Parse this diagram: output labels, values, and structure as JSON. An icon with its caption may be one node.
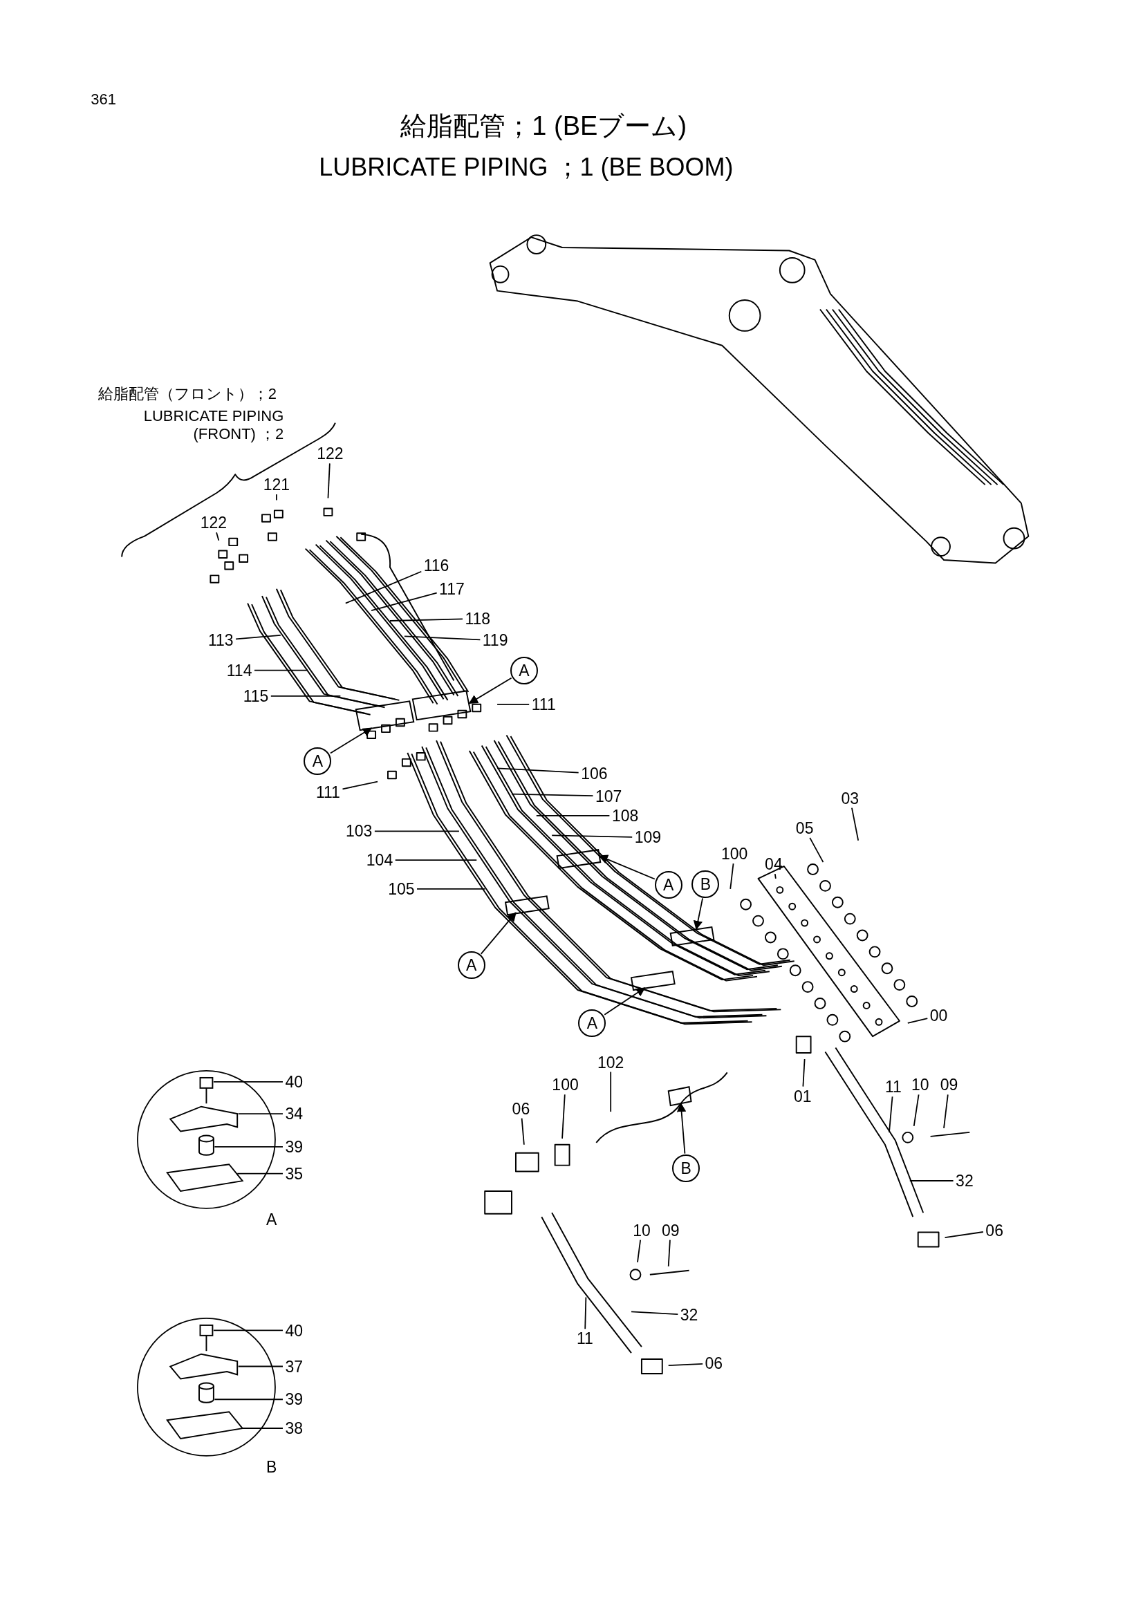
{
  "diagram": {
    "title": "給脂配管；1 (BEブーム)",
    "nodes": [
      {
        "text": [
          "122"
        ]
      },
      {
        "text": [
          "121"
        ]
      },
      {
        "text": [
          "122"
        ]
      },
      {
        "text": [
          "116"
        ]
      },
      {
        "text": [
          "117"
        ]
      },
      {
        "text": [
          "118"
        ]
      },
      {
        "text": [
          "119"
        ]
      },
      {
        "text": [
          "113"
        ]
      },
      {
        "text": [
          "114"
        ]
      },
      {
        "text": [
          "115"
        ]
      },
      {
        "text": [
          "A"
        ]
      },
      {
        "text": [
          "111"
        ]
      },
      {
        "text": [
          "A"
        ]
      },
      {
        "text": [
          "111"
        ]
      },
      {
        "text": [
          "106"
        ]
      },
      {
        "text": [
          "107"
        ]
      },
      {
        "text": [
          "108"
        ]
      },
      {
        "text": [
          "109"
        ]
      },
      {
        "text": [
          "103"
        ]
      },
      {
        "text": [
          "104"
        ]
      },
      {
        "text": [
          "105"
        ]
      },
      {
        "text": [
          "100"
        ]
      },
      {
        "text": [
          "04"
        ]
      },
      {
        "text": [
          "05"
        ]
      },
      {
        "text": [
          "03"
        ]
      },
      {
        "text": [
          "A"
        ]
      },
      {
        "text": [
          "B"
        ]
      },
      {
        "text": [
          "A"
        ]
      },
      {
        "text": [
          "A"
        ]
      },
      {
        "text": [
          "00"
        ]
      },
      {
        "text": [
          "102"
        ]
      },
      {
        "text": [
          "100"
        ]
      },
      {
        "text": [
          "06"
        ]
      },
      {
        "text": [
          "01"
        ]
      },
      {
        "text": [
          "11"
        ]
      },
      {
        "text": [
          "10"
        ]
      },
      {
        "text": [
          "09"
        ]
      },
      {
        "text": [
          "B"
        ]
      },
      {
        "text": [
          "32"
        ]
      },
      {
        "text": [
          "06"
        ]
      },
      {
        "text": [
          "10"
        ]
      },
      {
        "text": [
          "09"
        ]
      },
      {
        "text": [
          "32"
        ]
      },
      {
        "text": [
          "11"
        ]
      },
      {
        "text": [
          "06"
        ]
      },
      {
        "text": [
          "A"
        ]
      },
      {
        "text": [
          "40"
        ]
      },
      {
        "text": [
          "34"
        ]
      },
      {
        "text": [
          "39"
        ]
      },
      {
        "text": [
          "35"
        ]
      },
      {
        "text": [
          "B"
        ]
      },
      {
        "text": [
          "40"
        ]
      },
      {
        "text": [
          "37"
        ]
      },
      {
        "text": [
          "39"
        ]
      },
      {
        "text": [
          "38"
        ]
      },
      {
        "text": [],
        "shape": "picture",
        "in": 45
      },
      {
        "text": [],
        "shape": "picture",
        "in": 45
      },
      {
        "text": [],
        "shape": "cylinder",
        "in": 45
      },
      {
        "text": [],
        "shape": "picture",
        "in": 45
      },
      {
        "text": [],
        "shape": "picture",
        "in": 50
      },
      {
        "text": [],
        "shape": "picture",
        "in": 50
      },
      {
        "text": [],
        "shape": "cylinder",
        "in": 50
      },
      {
        "text": [],
        "shape": "picture",
        "in": 50
      },
      {
        "text": [],
        "shape": "box"
      },
      {
        "text": [],
        "shape": "box"
      },
      {
        "text": [],
        "shape": "box"
      },
      {
        "text": [],
        "shape": "box"
      },
      {
        "text": [],
        "shape": "box"
      },
      {
        "text": [],
        "shape": "box"
      },
      {
        "text": [],
        "shape": "box"
      }
    ],
    "edges": [
      {
        "from": 0,
        "to": null,
        "arrow": "none"
      },
      {
        "from": 1,
        "to": null,
        "arrow": "none"
      },
      {
        "from": 2,
        "to": null,
        "arrow": "none"
      },
      {
        "from": 3,
        "to": null,
        "arrow": "none"
      },
      {
        "from": 4,
        "to": null,
        "arrow": "none"
      },
      {
        "from": 5,
        "to": null,
        "arrow": "none"
      },
      {
        "from": 6,
        "to": null,
        "arrow": "none"
      },
      {
        "from": 7,
        "to": null,
        "arrow": "none"
      },
      {
        "from": 8,
        "to": null,
        "arrow": "none"
      },
      {
        "from": 9,
        "to": null,
        "arrow": "none"
      },
      {
        "from": 10,
        "to": 63,
        "arrow": "to"
      },
      {
        "from": 11,
        "to": null,
        "arrow": "none"
      },
      {
        "from": 12,
        "to": 64,
        "arrow": "to"
      },
      {
        "from": 13,
        "to": null,
        "arrow": "none"
      },
      {
        "from": 14,
        "to": null,
        "arrow": "none"
      },
      {
        "from": 15,
        "to": null,
        "arrow": "none"
      },
      {
        "from": 16,
        "to": null,
        "arrow": "none"
      },
      {
        "from": 17,
        "to": null,
        "arrow": "none"
      },
      {
        "from": 18,
        "to": null,
        "arrow": "none"
      },
      {
        "from": 19,
        "to": null,
        "arrow": "none"
      },
      {
        "from": 20,
        "to": null,
        "arrow": "none"
      },
      {
        "from": 21,
        "to": null,
        "arrow": "none"
      },
      {
        "from": 22,
        "to": null,
        "arrow": "none"
      },
      {
        "from": 23,
        "to": null,
        "arrow": "none"
      },
      {
        "from": 24,
        "to": null,
        "arrow": "none"
      },
      {
        "from": 25,
        "to": 65,
        "arrow": "to"
      },
      {
        "from": 26,
        "to": 66,
        "arrow": "to"
      },
      {
        "from": 27,
        "to": 67,
        "arrow": "to"
      },
      {
        "from": 28,
        "to": 68,
        "arrow": "to"
      },
      {
        "from": 29,
        "to": null,
        "arrow": "none"
      },
      {
        "from": 30,
        "to": null,
        "arrow": "none"
      },
      {
        "from": 31,
        "to": null,
        "arrow": "none"
      },
      {
        "from": 32,
        "to": null,
        "arrow": "none"
      },
      {
        "from": 33,
        "to": null,
        "arrow": "none"
      },
      {
        "from": 34,
        "to": null,
        "arrow": "none"
      },
      {
        "from": 35,
        "to": null,
        "arrow": "none"
      },
      {
        "from": 36,
        "to": null,
        "arrow": "none"
      },
      {
        "from": 37,
        "to": 69,
        "arrow": "to"
      },
      {
        "from": 38,
        "to": null,
        "arrow": "none"
      },
      {
        "from": 39,
        "to": null,
        "arrow": "none"
      },
      {
        "from": 40,
        "to": null,
        "arrow": "none"
      },
      {
        "from": 41,
        "to": null,
        "arrow": "none"
      },
      {
        "from": 42,
        "to": null,
        "arrow": "none"
      },
      {
        "from": 43,
        "to": null,
        "arrow": "none"
      },
      {
        "from": 44,
        "to": null,
        "arrow": "none"
      },
      {
        "from": 46,
        "to": 55,
        "arrow": "none"
      },
      {
        "from": 47,
        "to": 56,
        "arrow": "none"
      },
      {
        "from": 48,
        "to": 57,
        "arrow": "none"
      },
      {
        "from": 49,
        "to": 58,
        "arrow": "none"
      },
      {
        "from": 51,
        "to": 59,
        "arrow": "none"
      },
      {
        "from": 52,
        "to": 60,
        "arrow": "none"
      },
      {
        "from": 53,
        "to": 61,
        "arrow": "none"
      },
      {
        "from": 54,
        "to": 62,
        "arrow": "none"
      }
    ],
    "labels": [
      "361",
      "LUBRICATE PIPING ；1 (BE BOOM)",
      "給脂配管（フロント）；2",
      "LUBRICATE PIPING (FRONT) ；2"
    ]
  }
}
